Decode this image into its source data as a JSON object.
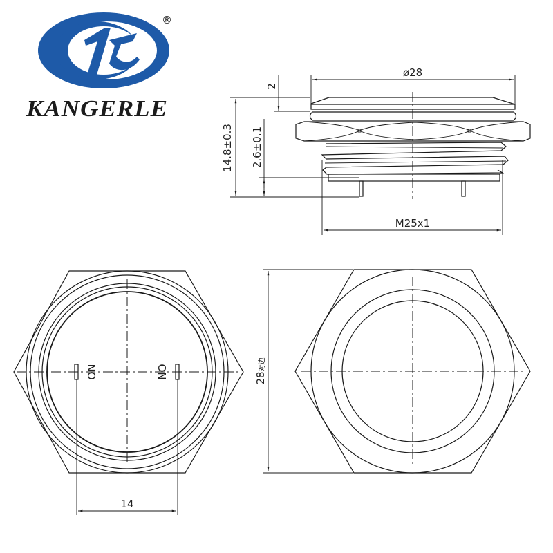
{
  "brand": {
    "name": "KANGERLE",
    "registered_mark": "®",
    "logo_color": "#1e5aa8"
  },
  "side_view": {
    "dimensions": {
      "diameter": "ø28",
      "cap_height": "2",
      "total_height": "14.8±0.3",
      "pin_length": "2.6±0.1",
      "thread": "M25x1"
    }
  },
  "front_view_left": {
    "terminal_labels": [
      "NO",
      "NO"
    ],
    "pin_spacing": "14"
  },
  "front_view_right": {
    "across_flats": "28",
    "across_flats_suffix": "对边"
  }
}
